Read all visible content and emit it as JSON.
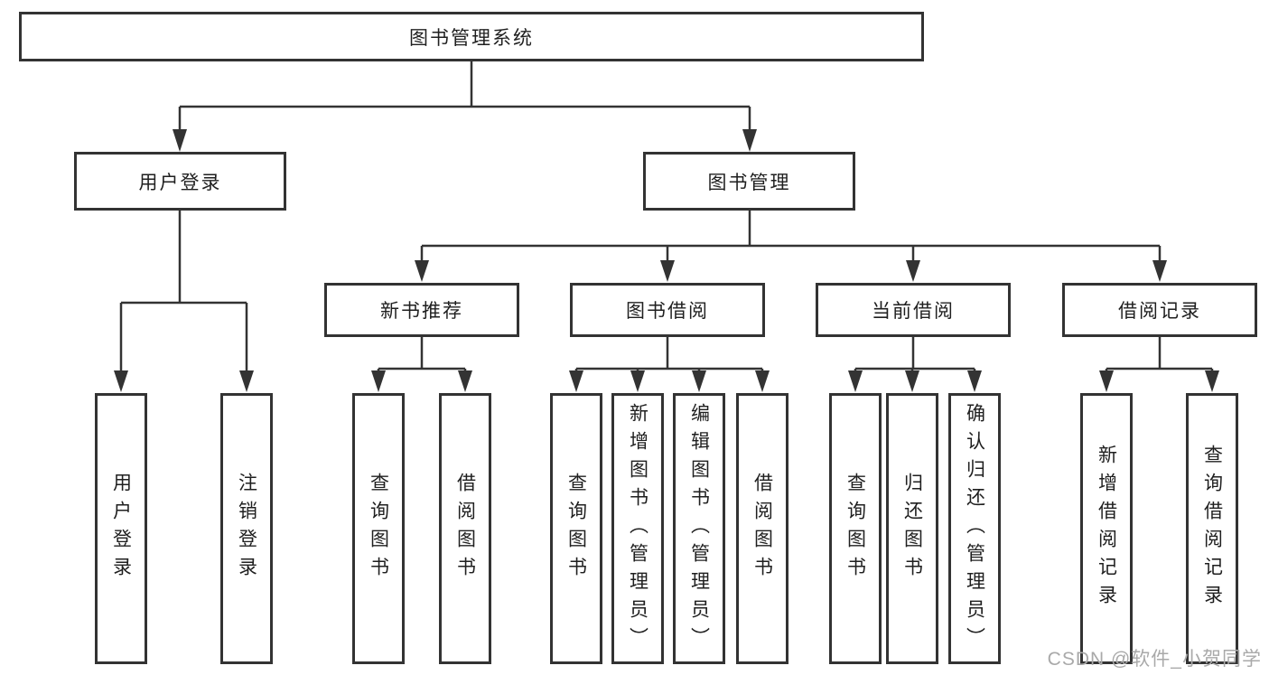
{
  "tree": {
    "root": {
      "label": "图书管理系统"
    },
    "login": {
      "label": "用户登录",
      "children": [
        {
          "label": "用户登录"
        },
        {
          "label": "注销登录"
        }
      ]
    },
    "management": {
      "label": "图书管理",
      "groups": [
        {
          "label": "新书推荐",
          "children": [
            {
              "label": "查询图书"
            },
            {
              "label": "借阅图书"
            }
          ]
        },
        {
          "label": "图书借阅",
          "children": [
            {
              "label": "查询图书"
            },
            {
              "label": "新增图书（管理员）"
            },
            {
              "label": "编辑图书（管理员）"
            },
            {
              "label": "借阅图书"
            }
          ]
        },
        {
          "label": "当前借阅",
          "children": [
            {
              "label": "查询图书"
            },
            {
              "label": "归还图书"
            },
            {
              "label": "确认归还（管理员）"
            }
          ]
        },
        {
          "label": "借阅记录",
          "children": [
            {
              "label": "新增借阅记录"
            },
            {
              "label": "查询借阅记录"
            }
          ]
        }
      ]
    },
    "watermark": "CSDN @软件_小贺同学"
  },
  "colors": {
    "line": "#333333",
    "text": "#1f1f1f",
    "watermark": "#a9a9a9",
    "background": "#ffffff"
  }
}
